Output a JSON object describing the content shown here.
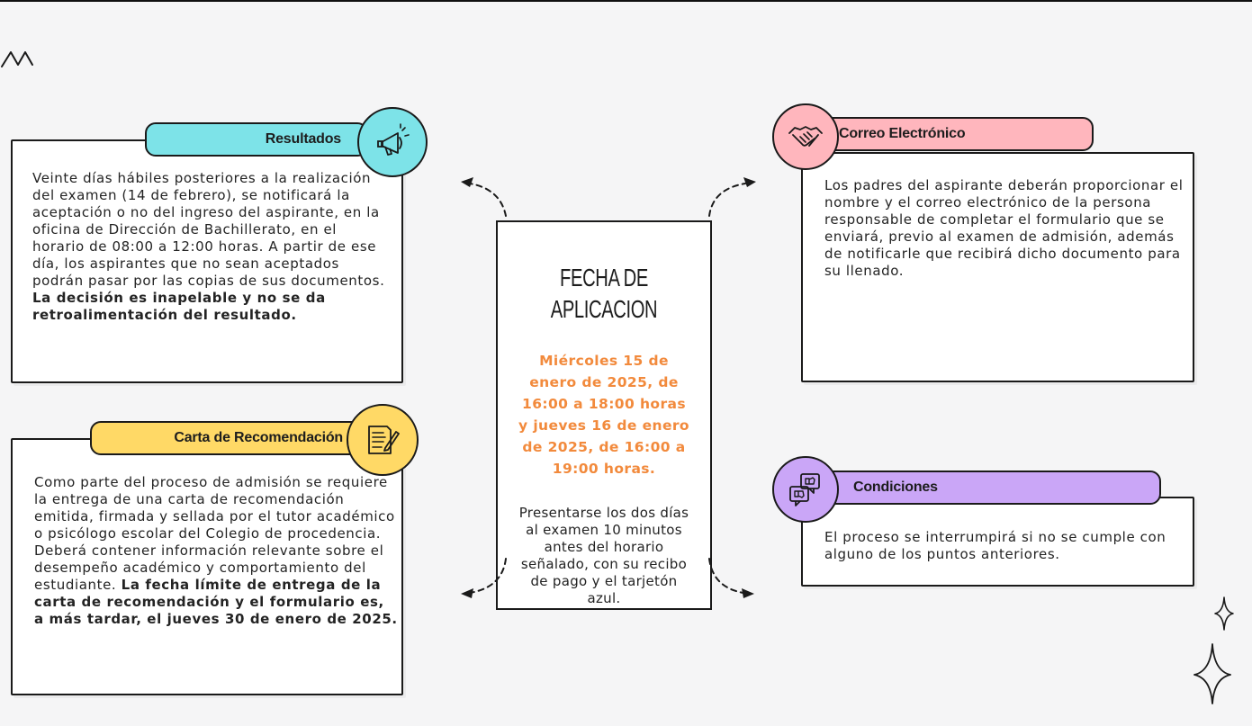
{
  "center": {
    "title": "FECHA DE\nAPLICACION",
    "highlight": "Miércoles 15 de enero de 2025, de 16:00 a 18:00 horas y jueves 16 de enero de 2025, de 16:00 a 19:00 horas.",
    "body": "Presentarse los dos días al examen 10 minutos antes del horario señalado, con su recibo de pago y el tarjetón azul."
  },
  "resultados": {
    "label": "Resultados",
    "icon": "megaphone-icon",
    "color": "#7de3e8",
    "text": "Veinte días hábiles posteriores a la realización del examen (14 de febrero), se notificará la aceptación o no del ingreso del aspirante, en la oficina de Dirección de Bachillerato, en el horario de 08:00 a 12:00 horas. A partir de ese día, los aspirantes que no sean aceptados podrán pasar por las copias de sus documentos. ",
    "bold": "La decisión es inapelable y no se da retroalimentación del resultado."
  },
  "carta": {
    "label": "Carta de Recomendación",
    "icon": "document-edit-icon",
    "color": "#ffd966",
    "text": "Como parte del proceso de admisión se requiere la entrega de una carta de recomendación emitida, firmada y sellada por el tutor académico o psicólogo escolar del Colegio de procedencia. Deberá contener información relevante sobre el desempeño académico y comportamiento del estudiante. ",
    "bold": "La fecha límite de entrega de la carta de recomendación y el formulario es, a más tardar, el jueves 30 de enero de 2025."
  },
  "correo": {
    "label": "Correo Electrónico",
    "icon": "handshake-icon",
    "color": "#ffb6bd",
    "text": "Los padres del aspirante deberán proporcionar el nombre y el correo electrónico de la persona responsable de completar el formulario que se enviará, previo al examen de admisión, además de notificarle que recibirá dicho documento para su llenado."
  },
  "condiciones": {
    "label": "Condiciones",
    "icon": "feedback-icon",
    "color": "#caa6f7",
    "text": "El proceso se interrumpirá si no se cumple con alguno de los puntos anteriores."
  },
  "colors": {
    "highlight": "#f28a3c",
    "background": "#f5f5f6"
  }
}
